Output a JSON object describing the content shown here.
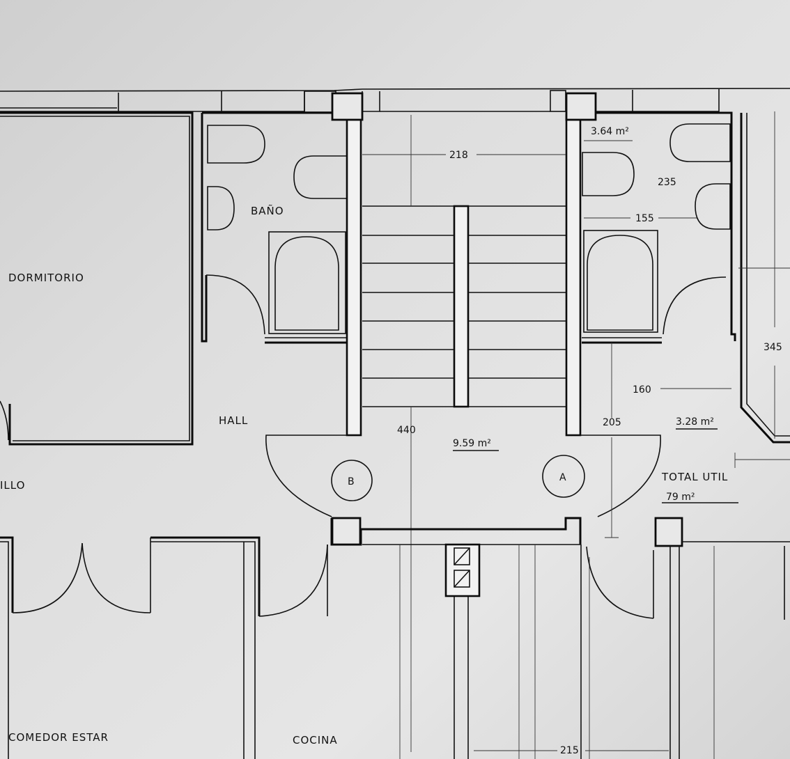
{
  "rooms": {
    "dormitorio": "DORMITORIO",
    "bano": "BAÑO",
    "hall": "HALL",
    "pasillo_fragment": "ILLO",
    "comedor_estar": "COMEDOR ESTAR",
    "cocina": "COCINA"
  },
  "areas": {
    "landing": "9.59 m²",
    "bath_right": "3.64 m²",
    "hall_right": "3.28 m²",
    "total_label": "TOTAL UTIL",
    "total_value": "79 m²"
  },
  "dimensions": {
    "stair_width": "218",
    "bath_depth": "235",
    "bath_inner": "155",
    "hall_width": "160",
    "corridor": "345",
    "landing_depth": "440",
    "hall_depth": "205",
    "kitchen_width": "215"
  },
  "markers": {
    "door_a": "A",
    "door_b": "B"
  },
  "colors": {
    "paper": "#d9d9d9",
    "ink": "#0b0b0b"
  }
}
